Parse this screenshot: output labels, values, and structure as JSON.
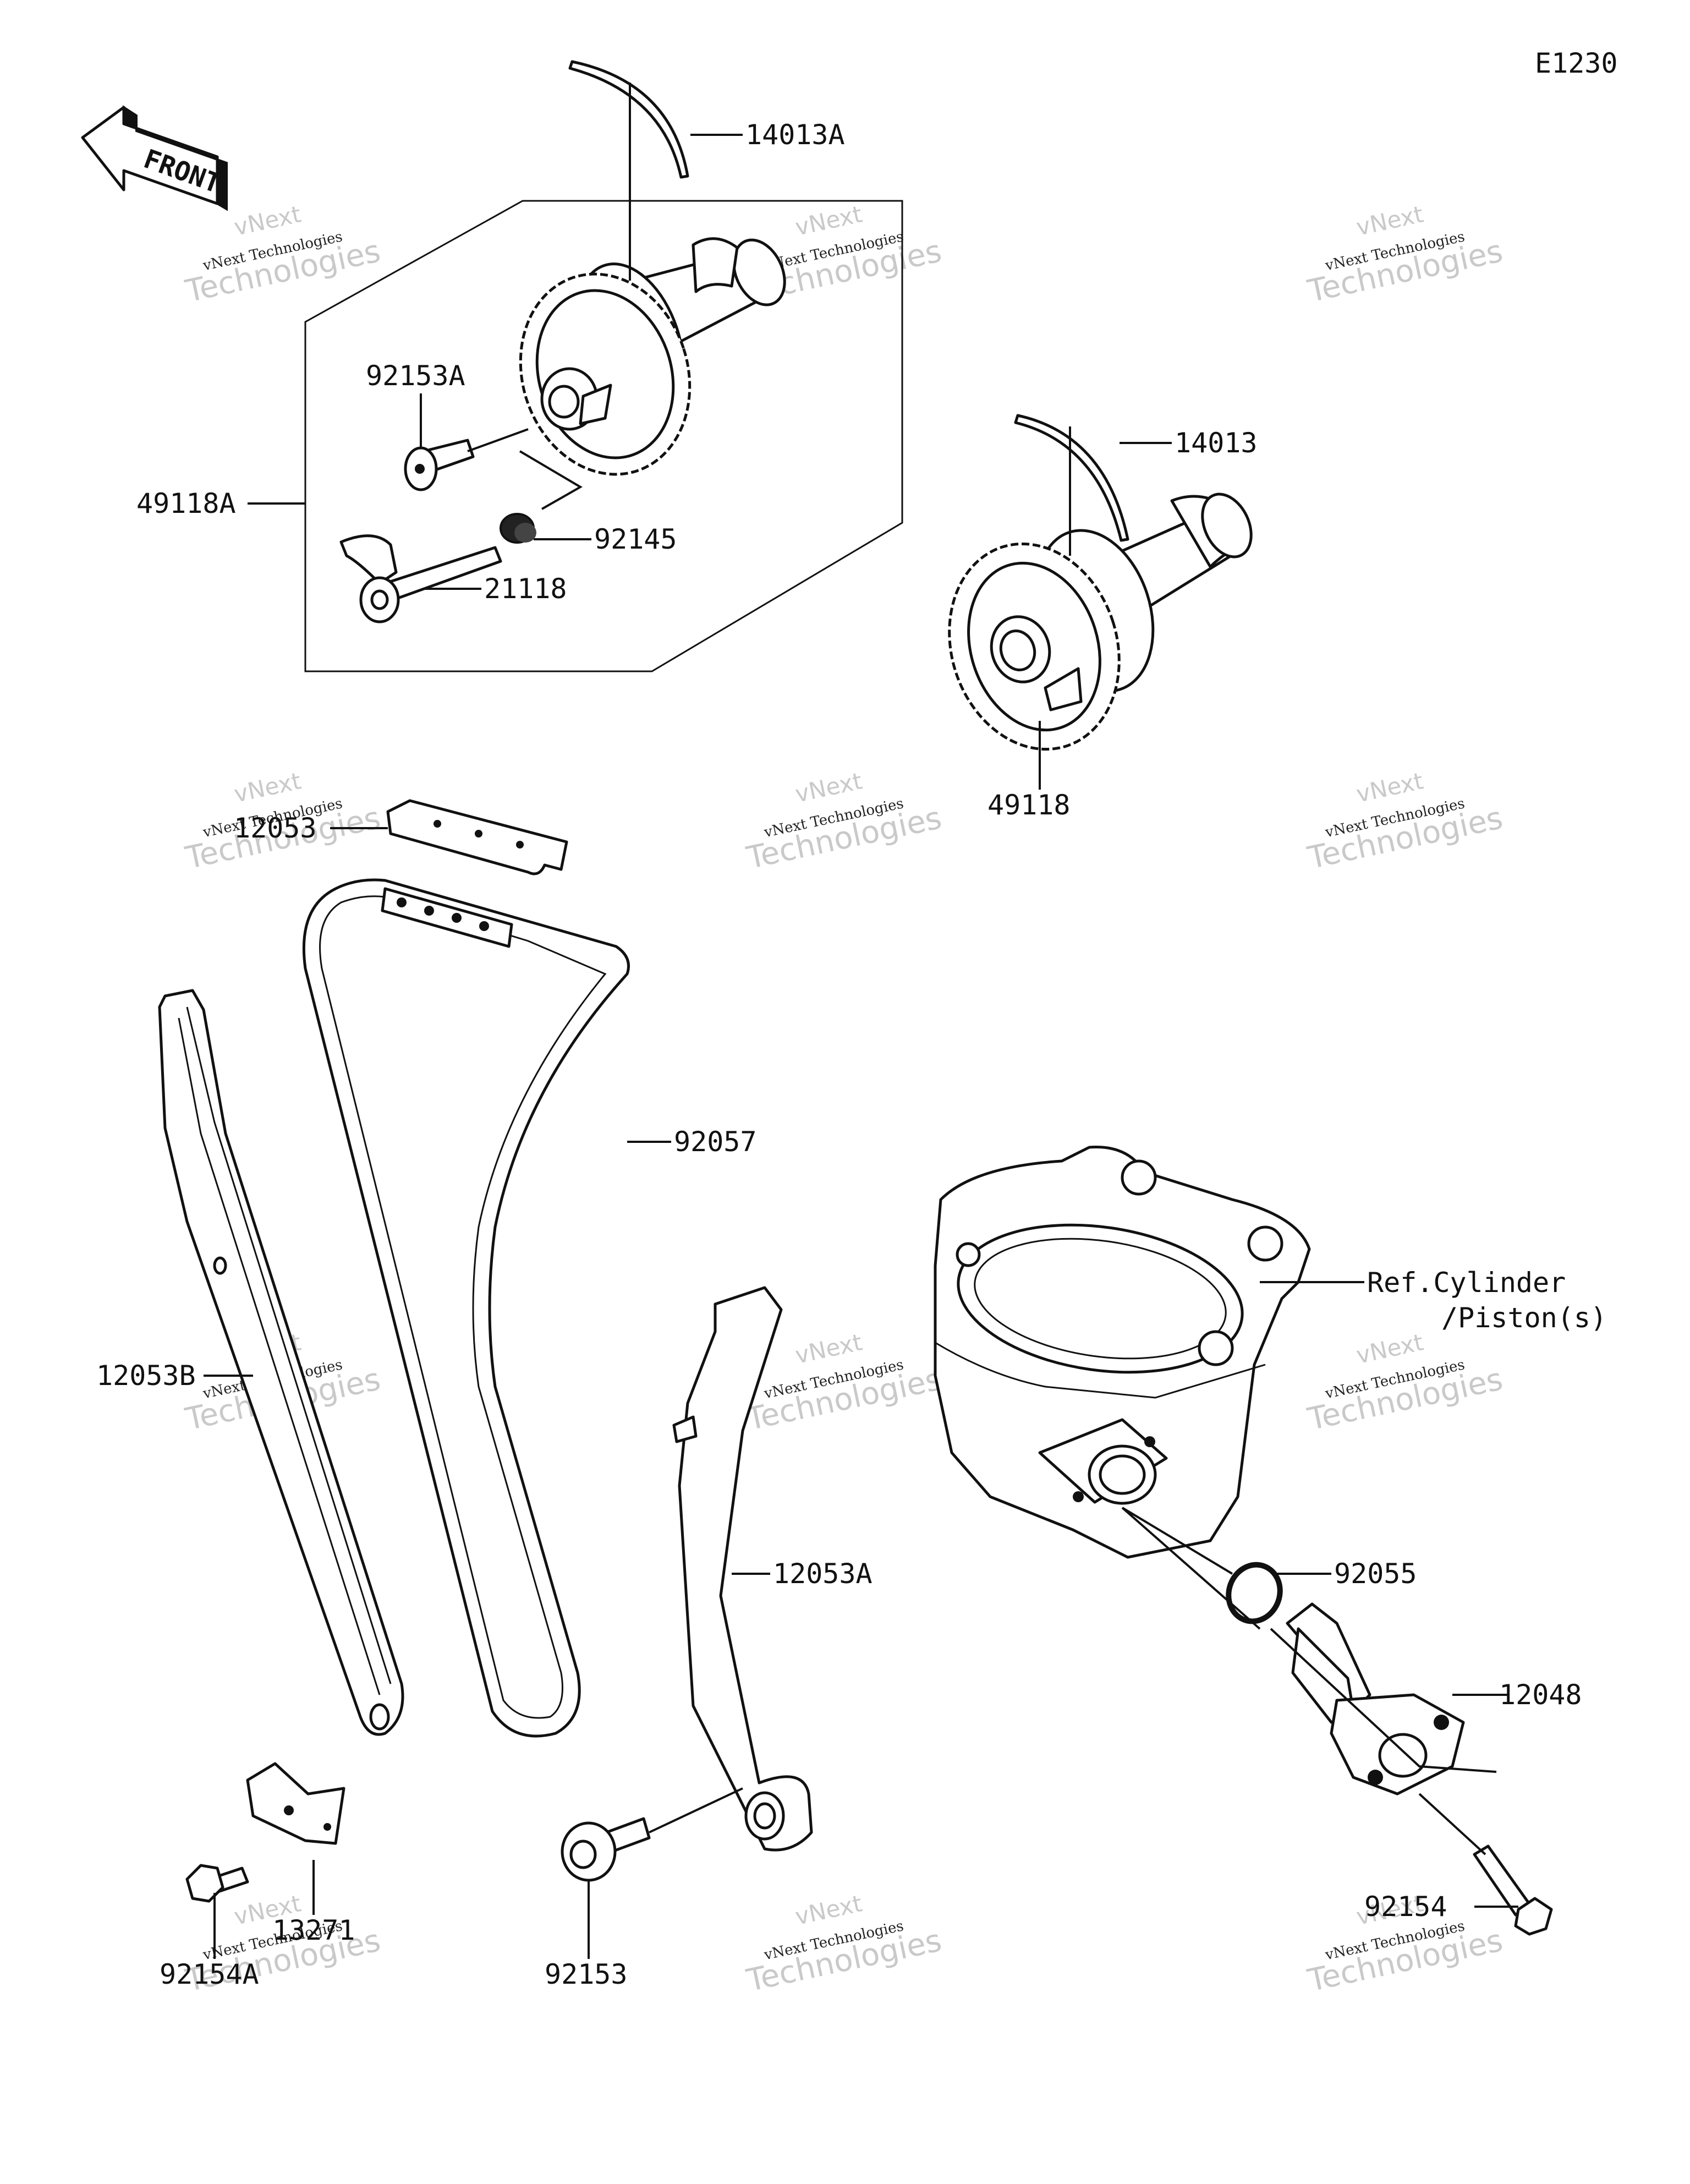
{
  "diagram_code": "E1230",
  "front_label": "FRONT",
  "watermark": {
    "line1": "vNext",
    "line2": "vNext Technologies",
    "line3": "Technologies"
  },
  "reference": {
    "line1": "Ref.Cylinder",
    "line2": "/Piston(s)"
  },
  "parts": [
    {
      "id": "14013A"
    },
    {
      "id": "92153A"
    },
    {
      "id": "49118A"
    },
    {
      "id": "92145"
    },
    {
      "id": "21118"
    },
    {
      "id": "14013"
    },
    {
      "id": "49118"
    },
    {
      "id": "12053"
    },
    {
      "id": "92057"
    },
    {
      "id": "12053B"
    },
    {
      "id": "12053A"
    },
    {
      "id": "92055"
    },
    {
      "id": "12048"
    },
    {
      "id": "13271"
    },
    {
      "id": "92154A"
    },
    {
      "id": "92153"
    },
    {
      "id": "92154"
    }
  ]
}
